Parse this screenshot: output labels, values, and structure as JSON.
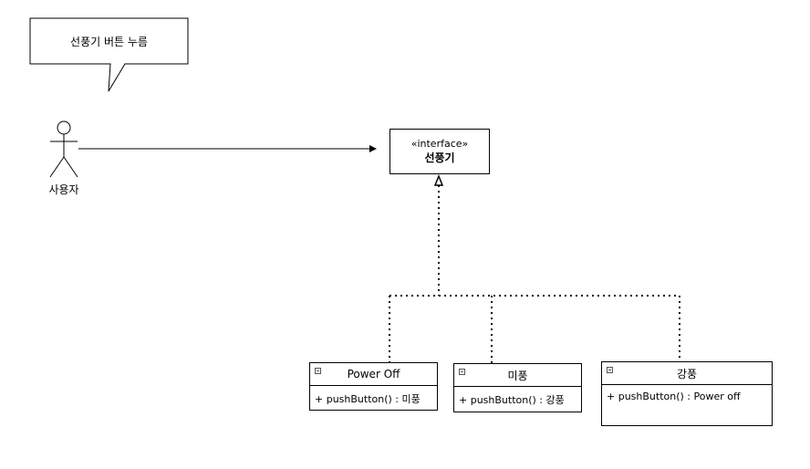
{
  "callout": {
    "text": "선풍기 버튼 누름"
  },
  "actor": {
    "label": "사용자"
  },
  "interface": {
    "stereotype": "«interface»",
    "name": "선풍기"
  },
  "classes": [
    {
      "name": "Power Off",
      "operation": "+ pushButton() : 미풍"
    },
    {
      "name": "미풍",
      "operation": "+ pushButton() : 강풍"
    },
    {
      "name": "강풍",
      "operation": "+ pushButton() : Power off"
    }
  ]
}
